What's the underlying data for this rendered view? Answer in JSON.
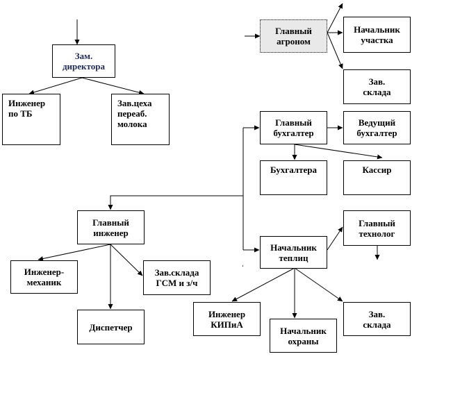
{
  "nodes": {
    "zam_director": "Зам.\nдиректора",
    "engineer_tb": "Инженер\nпо ТБ",
    "zav_milk": "Зав.цеха\nпереаб.\nмолока",
    "chief_agronomist": "Главный\nагроном",
    "section_head": "Начальник\nучастка",
    "zav_warehouse_top": "Зав.\nсклада",
    "chief_accountant": "Главный\nбухгалтер",
    "lead_accountant": "Ведущий\nбухгалтер",
    "accountants": "Бухгалтера",
    "cashier": "Кассир",
    "chief_engineer": "Главный\nинженер",
    "mech_engineer": "Инженер-\nмеханик",
    "zav_gsm": "Зав.склада\nГСМ и з/ч",
    "dispatcher": "Диспетчер",
    "greenhouse_head": "Начальник\nтеплиц",
    "chief_technologist": "Главный\nтехнолог",
    "engineer_kip": "Инженер\nКИПиА",
    "security_head": "Начальник\nохраны",
    "zav_warehouse_bottom": "Зав.\nсклада"
  },
  "stray_mark": "‘"
}
